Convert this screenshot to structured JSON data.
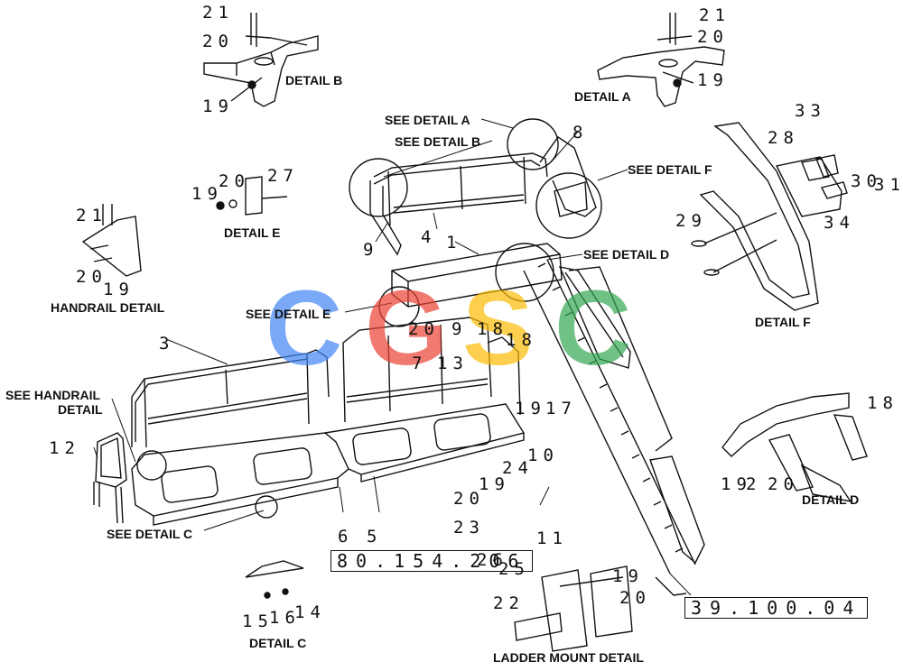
{
  "labels": {
    "detail_a": "DETAIL A",
    "detail_b": "DETAIL B",
    "detail_c": "DETAIL C",
    "detail_d": "DETAIL  D",
    "detail_e": "DETAIL E",
    "detail_f": "DETAIL  F",
    "handrail_detail": "HANDRAIL DETAIL",
    "ladder_mount_detail": "LADDER MOUNT DETAIL",
    "see_detail_a": "SEE DETAIL A",
    "see_detail_b": "SEE DETAIL B",
    "see_detail_c": "SEE DETAIL C",
    "see_detail_d": "SEE DETAIL D",
    "see_detail_e": "SEE DETAIL E",
    "see_detail_f": "SEE DETAIL  F",
    "see_handrail_1": "SEE HANDRAIL",
    "see_handrail_2": "DETAIL"
  },
  "callouts": {
    "c21_b": "21",
    "c20_b": "20",
    "c19_b": "19",
    "c21_a": "21",
    "c20_a": "20",
    "c19_a": "19",
    "c8": "8",
    "c33": "33",
    "c28": "28",
    "c31": "31",
    "c30": "30",
    "c34": "34",
    "c29": "29",
    "c19_e": "19",
    "c20_e": "20",
    "c27": "27",
    "c21_h": "21",
    "c20_h": "20",
    "c19_h": "19",
    "c9": "9",
    "c4": "4",
    "c1": "1",
    "c3": "3",
    "c20_m": "20",
    "c9_m": "9",
    "c18_m": "18",
    "c7": "7",
    "c13": "13",
    "c18_m2": "18",
    "c19_m": "19",
    "c17": "17",
    "c12": "12",
    "c10": "10",
    "c19_l": "19",
    "c24": "24",
    "c20_l": "20",
    "c23": "23",
    "c11": "11",
    "c26": "26",
    "c25": "25",
    "c6": "6",
    "c5": "5",
    "c18_d": "18",
    "c19_d": "19",
    "c2_d": "2",
    "c20_d": "20",
    "c15": "15",
    "c16": "16",
    "c14": "14",
    "c19_lm": "19",
    "c22": "22",
    "c20_lm": "20"
  },
  "part_numbers": {
    "pn1": "80.154.206",
    "pn2": "39.100.04"
  },
  "watermark": {
    "text": "CGSC",
    "letters": [
      "C",
      "G",
      "S",
      "C"
    ],
    "colors": [
      "#4285f4",
      "#ea4335",
      "#fbbc05",
      "#34a853"
    ]
  }
}
